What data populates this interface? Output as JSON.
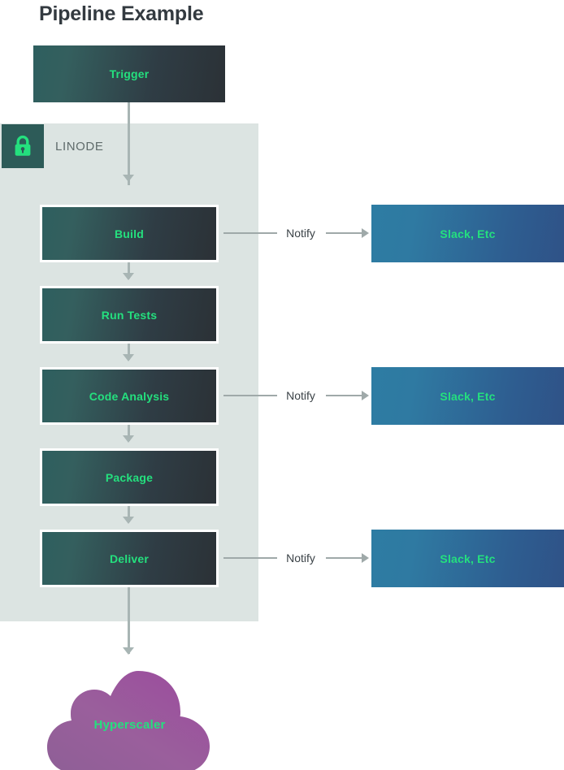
{
  "page": {
    "title": "Pipeline Example",
    "background": "#ffffff"
  },
  "colors": {
    "title_text": "#333a40",
    "panel_background": "#dce4e2",
    "stage_accent_text": "#24e07e",
    "stage_gradient_start": "#2e5f5f",
    "stage_gradient_end": "#2b3136",
    "notify_gradient_start": "#2d7ca3",
    "notify_gradient_end": "#2f5287",
    "connector_line": "#a8b5b4",
    "notify_connector_line": "#9fa9a9",
    "notify_text": "#3b4247",
    "lock_badge_background": "#2d5b58",
    "lock_glyph": "#24e07e",
    "cloud_gradient_start": "#9a5f9c",
    "cloud_gradient_end": "#9a4f9c",
    "linode_label_text": "#5f6b6b"
  },
  "linode_panel": {
    "label": "LINODE",
    "lock_icon": "lock-icon"
  },
  "trigger": {
    "label": "Trigger"
  },
  "stages": [
    {
      "id": "build",
      "label": "Build"
    },
    {
      "id": "run-tests",
      "label": "Run Tests"
    },
    {
      "id": "code-analysis",
      "label": "Code Analysis"
    },
    {
      "id": "package",
      "label": "Package"
    },
    {
      "id": "deliver",
      "label": "Deliver"
    }
  ],
  "notifications": [
    {
      "from": "build",
      "connector_label": "Notify",
      "target_label": "Slack, Etc"
    },
    {
      "from": "code-analysis",
      "connector_label": "Notify",
      "target_label": "Slack, Etc"
    },
    {
      "from": "deliver",
      "connector_label": "Notify",
      "target_label": "Slack, Etc"
    }
  ],
  "cloud": {
    "label": "Hyperscaler"
  }
}
